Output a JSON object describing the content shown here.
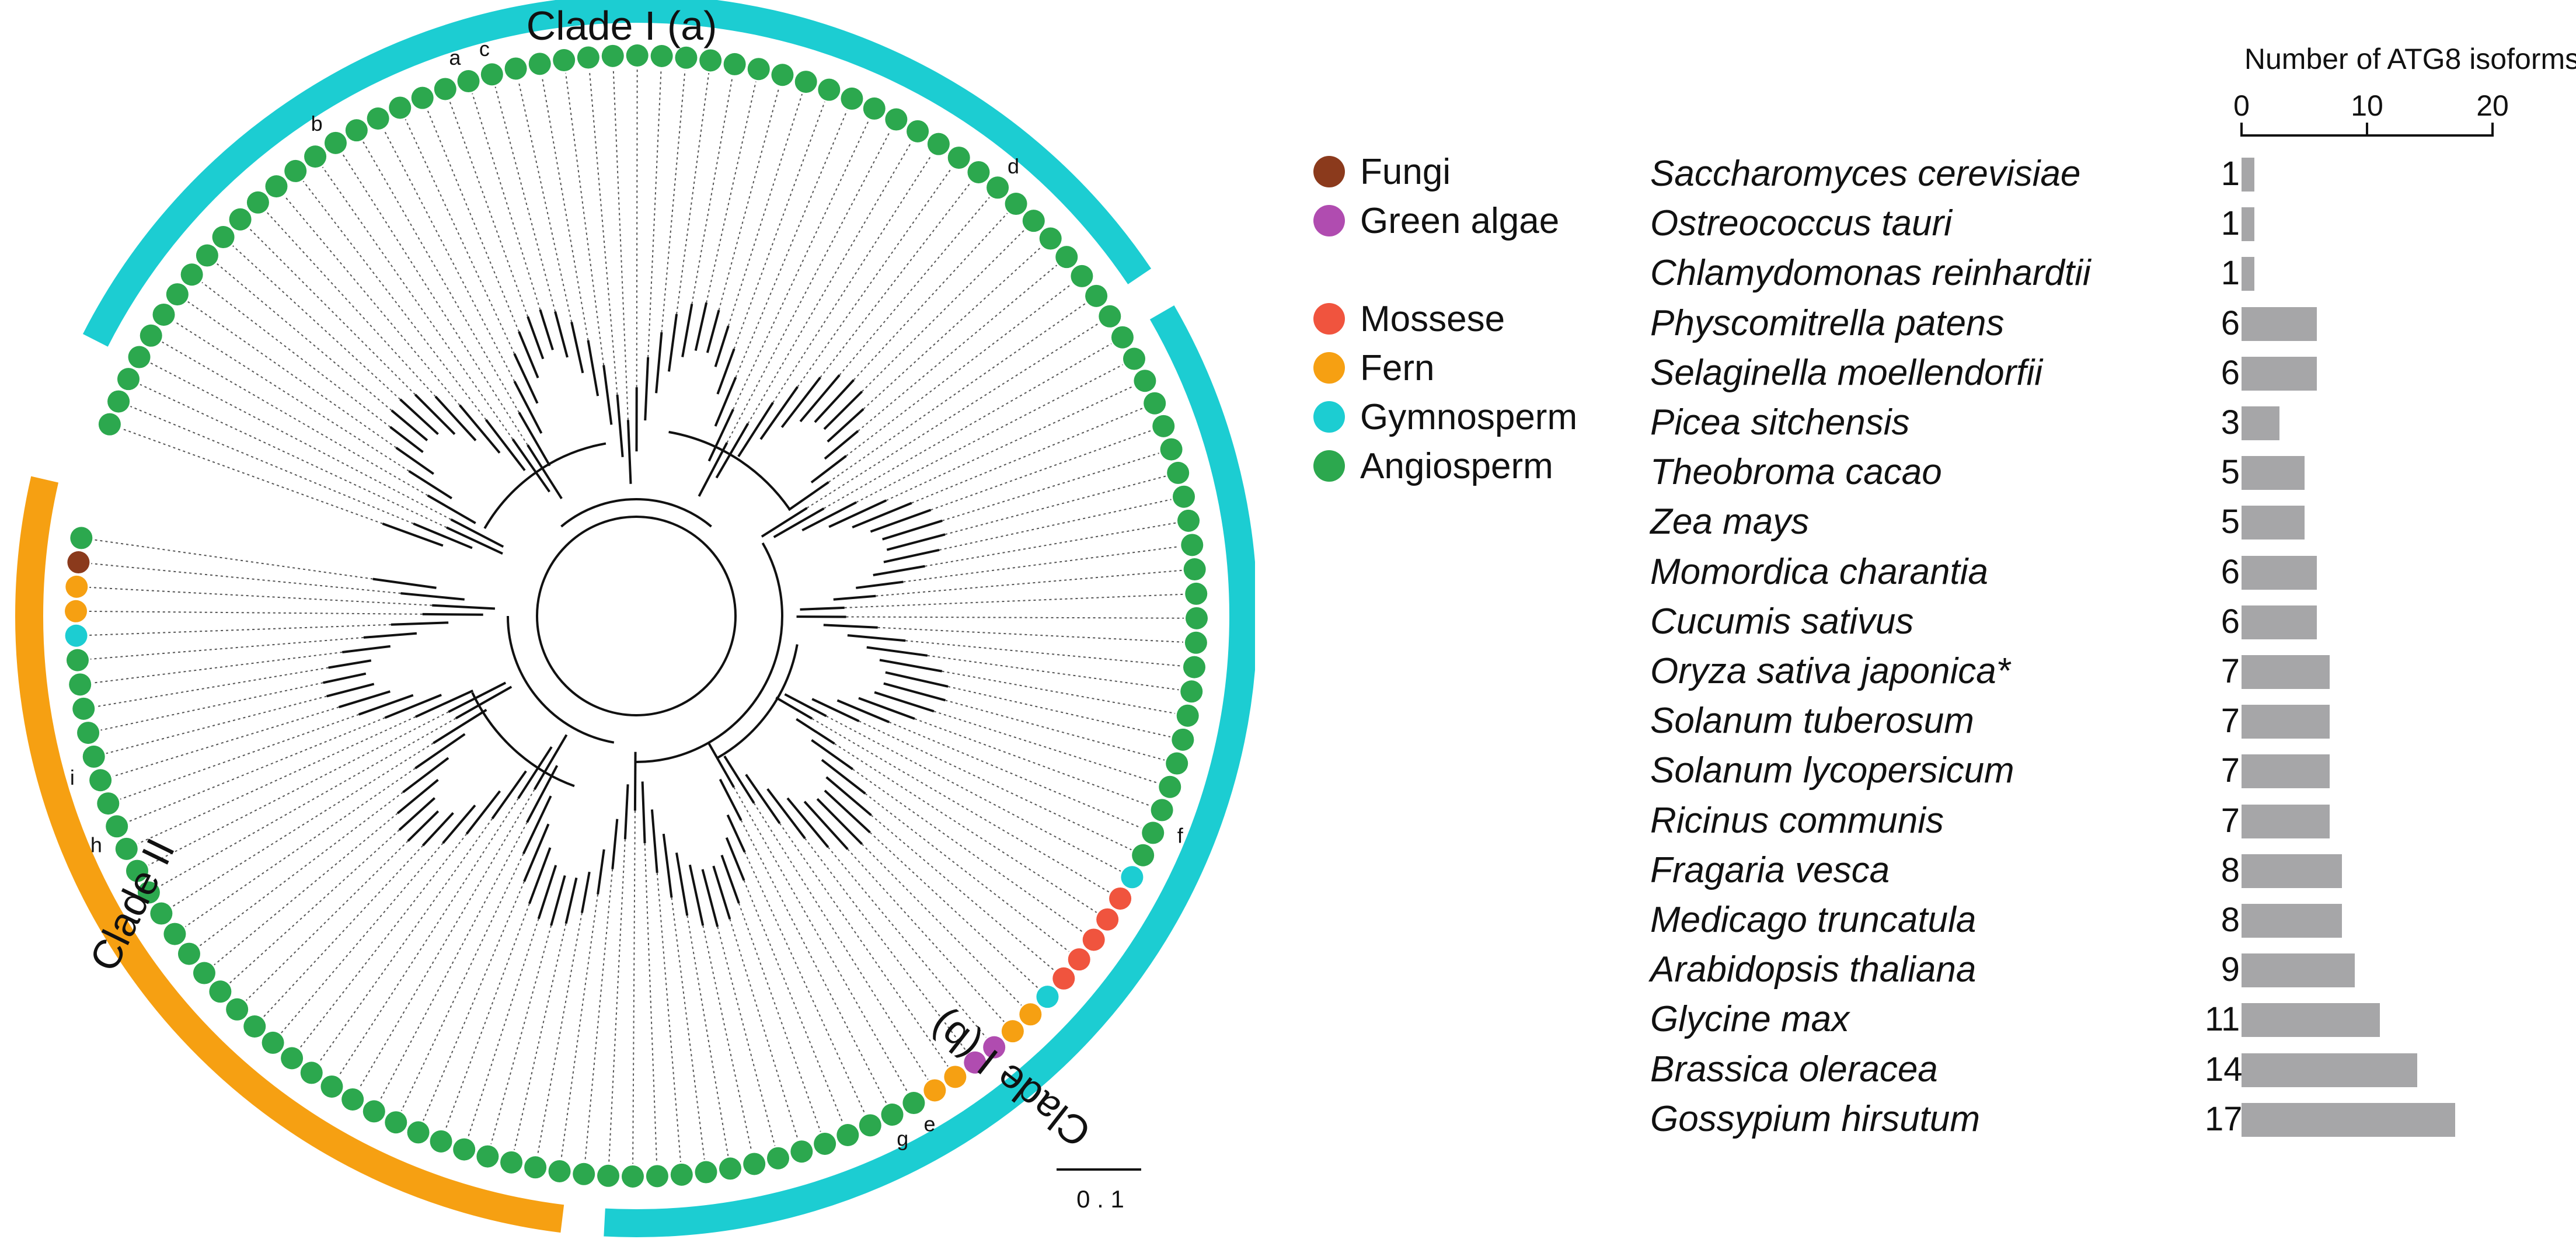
{
  "tree": {
    "clade_labels": {
      "clade_1a": "Clade I (a)",
      "clade_1b": "Clade I (b)",
      "clade_2": "Clade II"
    },
    "clade_colors": {
      "clade_1": "#1ccdd2",
      "clade_2": "#f6a012"
    },
    "tip_letters": [
      "a",
      "b",
      "c",
      "d",
      "e",
      "f",
      "g",
      "h",
      "i"
    ],
    "scale_bar_label": "0 . 1"
  },
  "legend": {
    "items": [
      {
        "label": "Fungi",
        "color": "#8b3a1c"
      },
      {
        "label": "Green algae",
        "color": "#b04cb0"
      },
      {
        "label": "Mossese",
        "color": "#f0543e"
      },
      {
        "label": "Fern",
        "color": "#f6a012"
      },
      {
        "label": "Gymnosperm",
        "color": "#1ccdd2"
      },
      {
        "label": "Angiosperm",
        "color": "#2ca84e"
      }
    ]
  },
  "chart_data": {
    "type": "bar",
    "title": "Number of ATG8 isoforms",
    "xlim": [
      0,
      20
    ],
    "ticks": [
      0,
      10,
      20
    ],
    "bar_color": "#a6a6a8",
    "categories": [
      "Saccharomyces cerevisiae",
      "Ostreococcus tauri",
      "Chlamydomonas reinhardtii",
      "Physcomitrella patens",
      "Selaginella moellendorfii",
      "Picea sitchensis",
      "Theobroma cacao",
      "Zea mays",
      "Momordica charantia",
      "Cucumis sativus",
      "Oryza sativa japonica*",
      "Solanum tuberosum",
      "Solanum lycopersicum",
      "Ricinus communis",
      "Fragaria vesca",
      "Medicago truncatula",
      "Arabidopsis thaliana",
      "Glycine max",
      "Brassica oleracea",
      "Gossypium hirsutum"
    ],
    "values": [
      1,
      1,
      1,
      6,
      6,
      3,
      5,
      5,
      6,
      6,
      7,
      7,
      7,
      7,
      8,
      8,
      9,
      11,
      14,
      17
    ]
  }
}
